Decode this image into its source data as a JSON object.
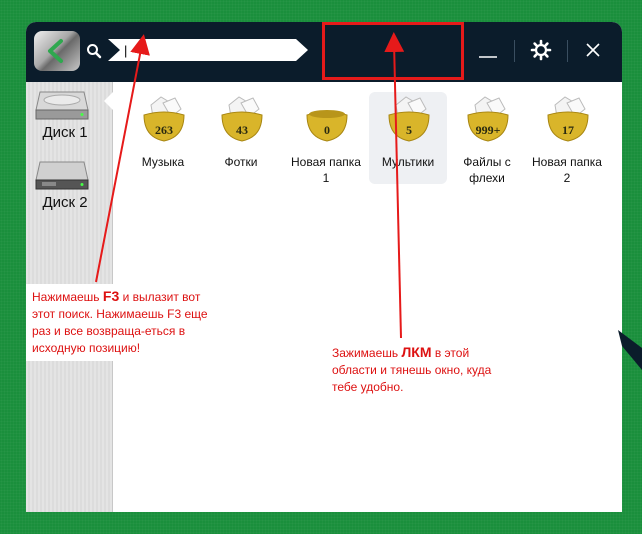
{
  "search": {
    "placeholder": "|"
  },
  "sidebar": {
    "drives": [
      {
        "label": "Диск 1"
      },
      {
        "label": "Диск 2"
      }
    ]
  },
  "folders": [
    {
      "count": "263",
      "name": "Музыка"
    },
    {
      "count": "43",
      "name": "Фотки"
    },
    {
      "count": "0",
      "name": "Новая папка 1"
    },
    {
      "count": "5",
      "name": "Мультики"
    },
    {
      "count": "999+",
      "name": "Файлы с флехи"
    },
    {
      "count": "17",
      "name": "Новая папка 2"
    }
  ],
  "annotations": {
    "search_note_pre": "Нажимаешь ",
    "search_note_key": "F3",
    "search_note_post": " и вылазит вот этот поиск. Нажимаешь F3 еще раз и все возвраща-еться в исходную позицию!",
    "drag_note_pre": "Зажимаешь ",
    "drag_note_key": "ЛКМ",
    "drag_note_post": " в этой области и тянешь окно, куда тебе удобно."
  },
  "colors": {
    "background": "#1a8f3c",
    "titlebar": "#0b1c2b",
    "annotation": "#e61a1a",
    "folder_gold": "#d9b52a"
  }
}
